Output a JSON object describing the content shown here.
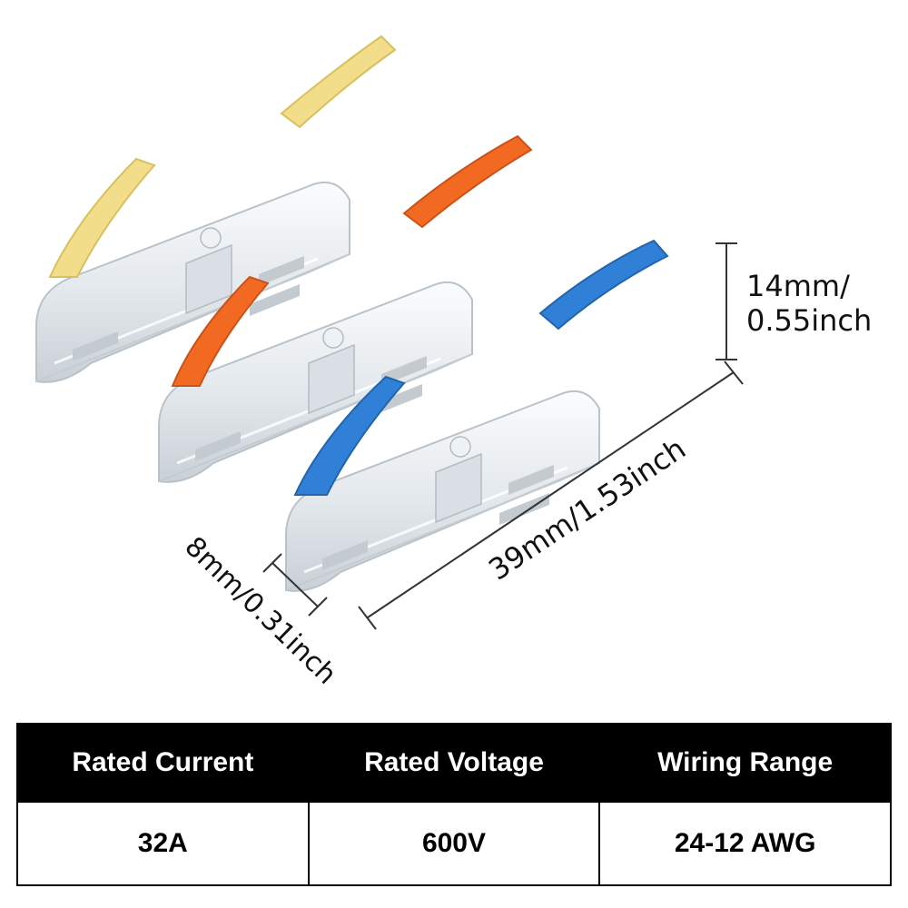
{
  "product": {
    "connectors": [
      {
        "lever_color": "#f2dd8a"
      },
      {
        "lever_color": "#f26a21"
      },
      {
        "lever_color": "#2f80d6"
      }
    ],
    "body_color": "#e6ebee"
  },
  "dimensions": {
    "height": {
      "line1": "14mm/",
      "line2": "0.55inch"
    },
    "length": "39mm/1.53inch",
    "width": "8mm/0.31inch"
  },
  "specs": {
    "headers": [
      "Rated Current",
      "Rated Voltage",
      "Wiring Range"
    ],
    "values": [
      "32A",
      "600V",
      "24-12 AWG"
    ]
  }
}
